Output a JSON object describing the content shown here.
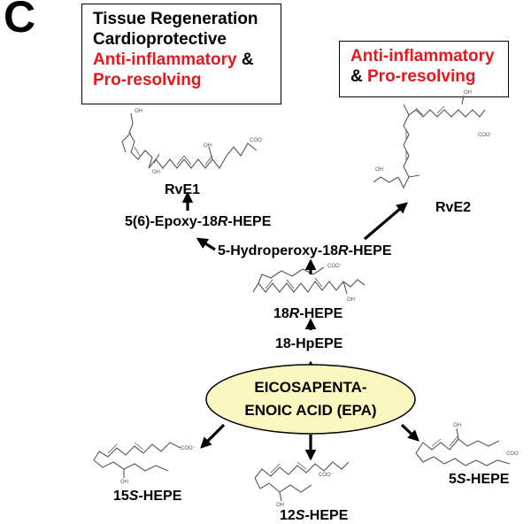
{
  "panel_label": "C",
  "box_left": {
    "line1": "Tissue Regeneration",
    "line2": "Cardioprotective",
    "line3_red": "Anti-inflammatory",
    "line3_amp": " &",
    "line4_red": "Pro-resolving"
  },
  "box_right": {
    "line1_red": "Anti-inflammatory",
    "line2_amp": "& ",
    "line2_red": "Pro-resolving"
  },
  "labels": {
    "rve1": "RvE1",
    "rve2": "RvE2",
    "epoxy_a": "5(6)-Epoxy-18",
    "epoxy_b": "R",
    "epoxy_c": "-HEPE",
    "hydroperoxy_a": "5-Hydroperoxy-18",
    "hydroperoxy_b": "R",
    "hydroperoxy_c": "-HEPE",
    "hepe18r_a": "18",
    "hepe18r_b": "R",
    "hepe18r_c": "-HEPE",
    "hpepe": "18-HpEPE",
    "epa_line1": "EICOSAPENTA-",
    "epa_line2": "ENOIC ACID  (EPA)",
    "hepe15s_a": "15",
    "hepe15s_b": "S",
    "hepe15s_c": "-HEPE",
    "hepe12s_a": "12",
    "hepe12s_b": "S",
    "hepe12s_c": "-HEPE",
    "hepe5s_a": "5",
    "hepe5s_b": "S",
    "hepe5s_c": "-HEPE"
  },
  "structure_text": {
    "oh": "OH",
    "coo": "COO⁻"
  },
  "colors": {
    "red": "#e8161d",
    "ellipse_fill": "#fbf7c0",
    "ellipse_stroke": "#000000"
  }
}
